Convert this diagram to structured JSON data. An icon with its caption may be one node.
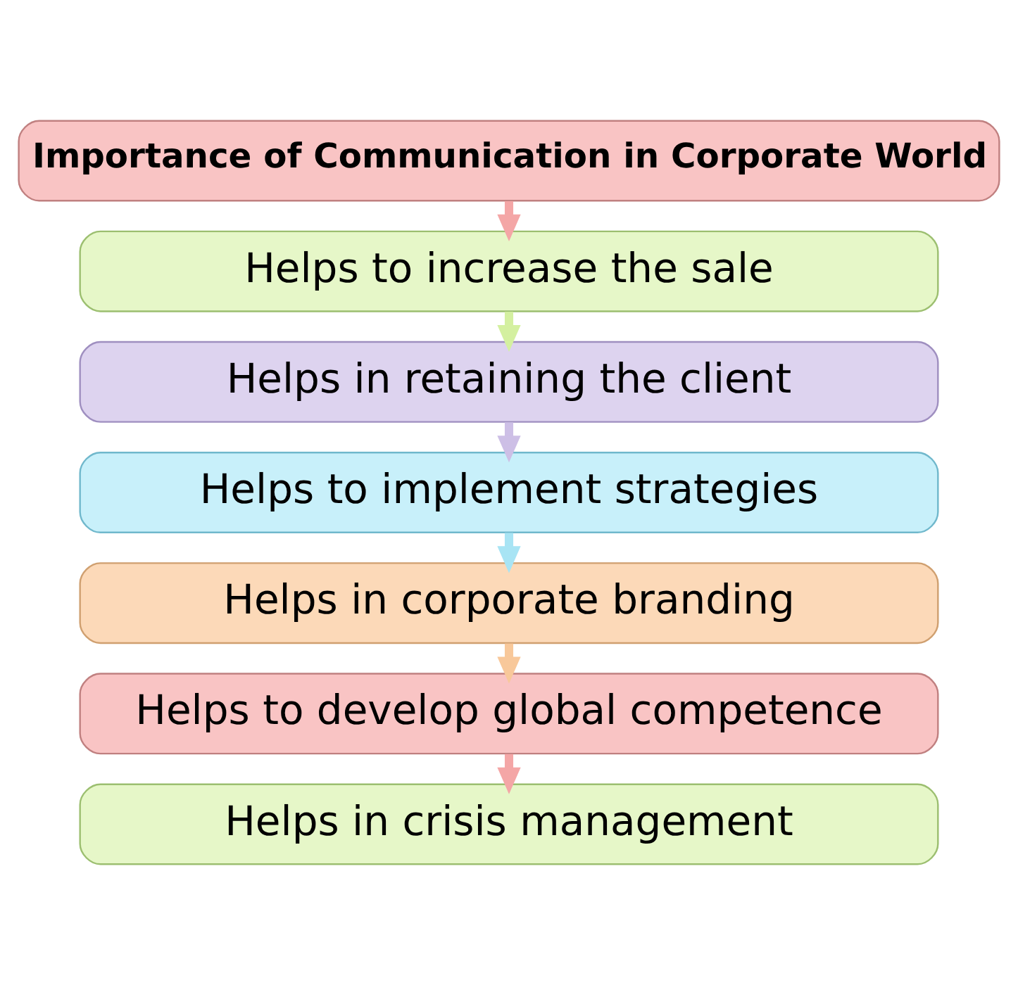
{
  "diagram": {
    "nodes": [
      {
        "text": [
          "Importance of Communication in Corporate World"
        ]
      },
      {
        "text": [
          "Helps to increase the sale"
        ]
      },
      {
        "text": [
          "Helps in retaining the client"
        ]
      },
      {
        "text": [
          "Helps to implement strategies"
        ]
      },
      {
        "text": [
          "Helps in corporate branding"
        ]
      },
      {
        "text": [
          "Helps to develop global competence"
        ]
      },
      {
        "text": [
          "Helps in crisis management"
        ]
      }
    ],
    "edges": [
      {
        "from": 0,
        "to": 1,
        "arrow": "to",
        "color": "#f4a6a6"
      },
      {
        "from": 1,
        "to": 2,
        "arrow": "to",
        "color": "#d4f0a0"
      },
      {
        "from": 2,
        "to": 3,
        "arrow": "to",
        "color": "#cdbfe6"
      },
      {
        "from": 3,
        "to": 4,
        "arrow": "to",
        "color": "#a8e4f4"
      },
      {
        "from": 4,
        "to": 5,
        "arrow": "to",
        "color": "#f8c89a"
      },
      {
        "from": 5,
        "to": 6,
        "arrow": "to",
        "color": "#f4a6a6"
      }
    ]
  }
}
